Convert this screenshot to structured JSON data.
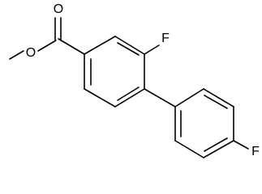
{
  "molecule": {
    "atom_labels": {
      "carbonyl_oxygen": "O",
      "ester_oxygen": "O",
      "fluorine_ortho": "F",
      "fluorine_para": "F"
    }
  }
}
